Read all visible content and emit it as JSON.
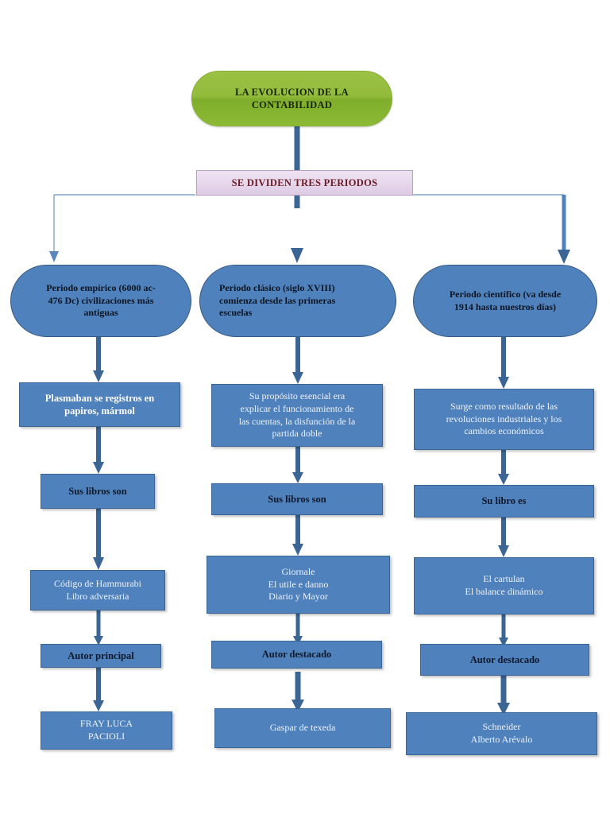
{
  "diagram": {
    "title_node": {
      "label": "LA EVOLUCION DE LA CONTABILIDAD",
      "line1": "LA EVOLUCION DE LA",
      "line2": "CONTABILIDAD",
      "color": "#93bb3c"
    },
    "subtitle_node": {
      "label": "SE DIVIDEN TRES PERIODOS",
      "fill": "#e7d8ec",
      "text_color": "#6b1a24"
    },
    "accent_blue": "#4f81bd",
    "branches": [
      {
        "id": "empirico",
        "period": {
          "line1": "Periodo empírico (6000 ac-",
          "line2": "476 Dc) civilizaciones más",
          "line3": "antiguas"
        },
        "steps": [
          {
            "name": "descripcion",
            "lines": [
              "Plasmaban se registros en",
              "papiros, mármol"
            ]
          },
          {
            "name": "libros-label",
            "lines": [
              "Sus libros son"
            ]
          },
          {
            "name": "libros-lista",
            "lines": [
              "Código de Hammurabi",
              "Libro adversaria"
            ]
          },
          {
            "name": "autor-label",
            "lines": [
              "Autor principal"
            ]
          },
          {
            "name": "autor-nombre",
            "lines": [
              "FRAY LUCA",
              "PACIOLI"
            ]
          }
        ]
      },
      {
        "id": "clasico",
        "period": {
          "line1": "Periodo clásico (siglo XVIII)",
          "line2": "comienza desde las primeras",
          "line3": "escuelas"
        },
        "steps": [
          {
            "name": "descripcion",
            "lines": [
              "Su propósito esencial era",
              "explicar el funcionamiento de",
              "las cuentas, la disfunción de la",
              "partida doble"
            ]
          },
          {
            "name": "libros-label",
            "lines": [
              "Sus libros son"
            ]
          },
          {
            "name": "libros-lista",
            "lines": [
              "Giornale",
              "El utile e danno",
              "Diario y Mayor"
            ]
          },
          {
            "name": "autor-label",
            "lines": [
              "Autor destacado"
            ]
          },
          {
            "name": "autor-nombre",
            "lines": [
              "Gaspar de texeda"
            ]
          }
        ]
      },
      {
        "id": "cientifico",
        "period": {
          "line1": "Periodo científico (va desde",
          "line2": "1914 hasta nuestros días)",
          "line3": ""
        },
        "steps": [
          {
            "name": "descripcion",
            "lines": [
              "Surge como resultado de las",
              "revoluciones industriales y los",
              "cambios económicos"
            ]
          },
          {
            "name": "libros-label",
            "lines": [
              "Su libro es"
            ]
          },
          {
            "name": "libros-lista",
            "lines": [
              "El cartulan",
              "El balance dinámico"
            ]
          },
          {
            "name": "autor-label",
            "lines": [
              "Autor destacado"
            ]
          },
          {
            "name": "autor-nombre",
            "lines": [
              "Schneider",
              "Alberto Arévalo"
            ]
          }
        ]
      }
    ]
  }
}
